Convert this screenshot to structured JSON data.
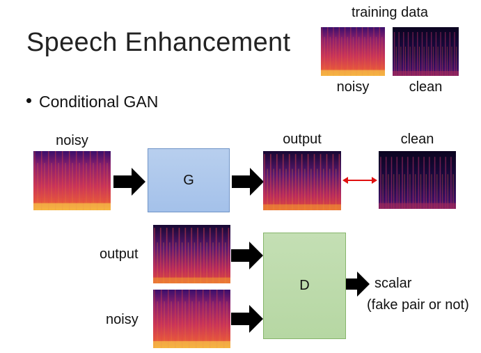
{
  "slide": {
    "title": "Speech Enhancement",
    "bullet": "Conditional GAN"
  },
  "training": {
    "heading": "training data",
    "noisy_label": "noisy",
    "clean_label": "clean"
  },
  "generator": {
    "input_label": "noisy",
    "box_label": "G",
    "output_label": "output",
    "target_label": "clean"
  },
  "discriminator": {
    "input_output_label": "output",
    "input_noisy_label": "noisy",
    "box_label": "D",
    "result_line1": "scalar",
    "result_line2": "(fake pair or not)"
  },
  "colors": {
    "g_box": "#a9c4eb",
    "d_box": "#b9d8a6",
    "arrow": "#000000",
    "compare_arrow": "#e01010"
  },
  "icons": [
    "block-arrow-right-icon",
    "double-headed-arrow-icon"
  ]
}
